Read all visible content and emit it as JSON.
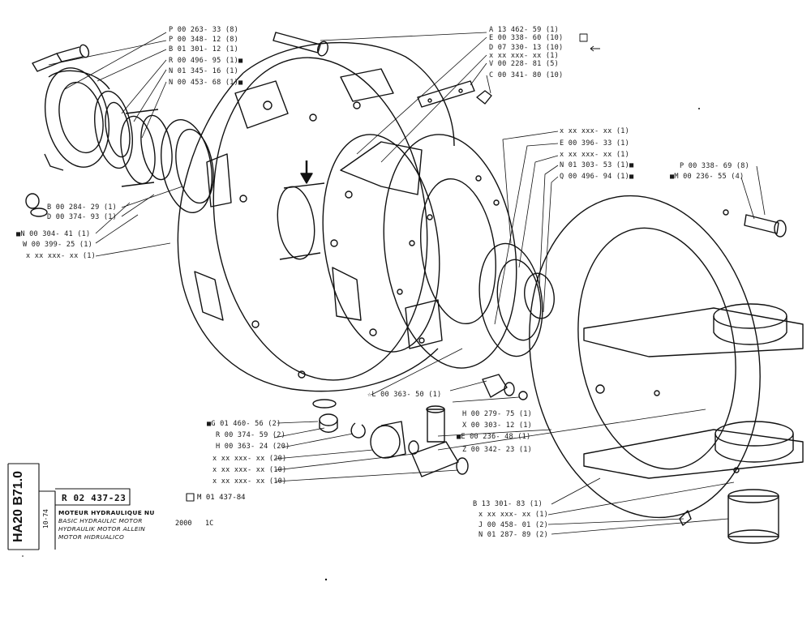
{
  "sheet": {
    "code": "HA20 B71.0",
    "date": "10-74",
    "reference": "R 02 437-23",
    "reference_alt": "M 01 437-84",
    "titles": [
      "MOTEUR HYDRAULIQUE NU",
      "BASIC HYDRAULIC MOTOR",
      "HYDRAULIK MOTOR ALLEIN",
      "MOTOR HIDRUALICO"
    ],
    "model": "2000",
    "variant": "1C"
  },
  "labels": {
    "top_left": [
      {
        "text": "P 00 263- 33 (8)"
      },
      {
        "text": "P 00 348- 12 (8)"
      },
      {
        "text": "B 01 301- 12 (1)"
      },
      {
        "text": "R 00 496- 95 (1)■"
      },
      {
        "text": "N 01 345- 16 (1)"
      },
      {
        "text": "N 00 453- 68 (1)■"
      }
    ],
    "left_mid": [
      {
        "text": "B 00 284- 29 (1)"
      },
      {
        "text": "D 00 374- 93 (1)"
      },
      {
        "text": "■N 00 304- 41 (1)"
      },
      {
        "text": "W 00 399- 25 (1)"
      },
      {
        "text": "x xx xxx- xx (1)"
      }
    ],
    "top_center": [
      {
        "text": "A 13 462- 59 (1)"
      },
      {
        "text": "E 00 338- 60 (10)"
      },
      {
        "text": "D 07 330- 13 (10)"
      },
      {
        "text": "x xx xxx- xx (1)"
      },
      {
        "text": "V 00 228- 81 (5)"
      },
      {
        "text": "C 00 341- 80 (10)"
      }
    ],
    "center_right": [
      {
        "text": "x xx xxx- xx (1)"
      },
      {
        "text": "E 00 396- 33 (1)"
      },
      {
        "text": "x xx xxx- xx (1)"
      },
      {
        "text": "N 01 303- 53 (1)■"
      },
      {
        "text": "Q 00 496- 94 (1)■"
      }
    ],
    "far_right": [
      {
        "text": "P 00 338- 69 (8)"
      },
      {
        "text": "■M 00 236- 55 (4)"
      }
    ],
    "center_low": [
      {
        "text": "☆L 00 363- 50 (1)"
      }
    ],
    "mid_right_low": [
      {
        "text": "H 00 279- 75 (1)"
      },
      {
        "text": "X 00 303- 12 (1)"
      },
      {
        "text": "■E 00 236- 48 (1)"
      },
      {
        "text": "Z 00 342- 23 (1)"
      }
    ],
    "bottom_left": [
      {
        "text": "■G 01 460- 56 (2)"
      },
      {
        "text": "R 00 374- 59 (2)"
      },
      {
        "text": "H 00 363- 24 (20)"
      },
      {
        "text": "x xx xxx- xx (20)"
      },
      {
        "text": "x xx xxx- xx (10)"
      },
      {
        "text": "x xx xxx- xx (10)"
      }
    ],
    "bottom_right": [
      {
        "text": "B 13 301- 83 (1)"
      },
      {
        "text": "x xx xxx- xx (1)"
      },
      {
        "text": "J 00 458- 01 (2)"
      },
      {
        "text": "N 01 287- 89 (2)"
      }
    ]
  }
}
